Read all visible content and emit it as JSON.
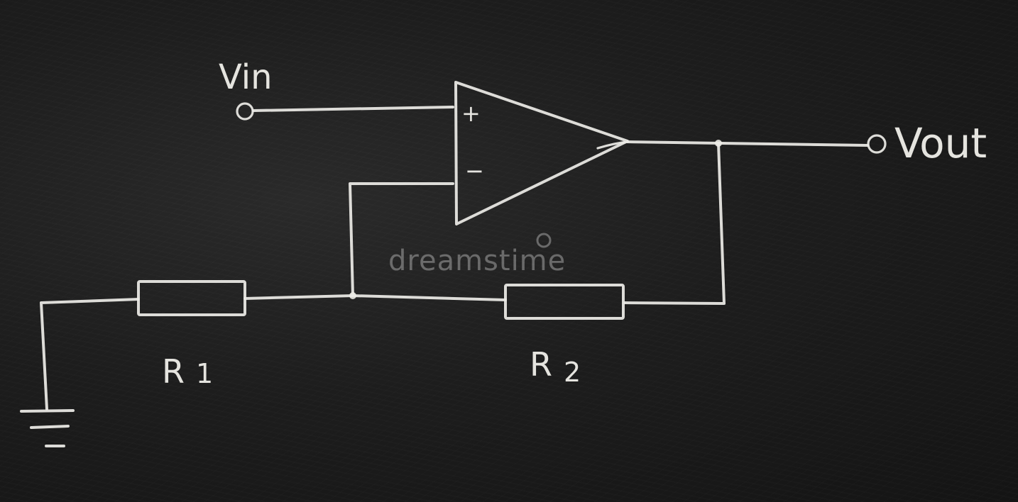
{
  "diagram": {
    "labels": {
      "vin": "Vin",
      "vout": "Vout",
      "plus": "+",
      "minus": "−",
      "r1": "R",
      "r1_sub": "1",
      "r2": "R",
      "r2_sub": "2"
    },
    "watermark": "dreamstime"
  },
  "colors": {
    "chalk": "#ecebe6",
    "board": "#1d1d1d"
  }
}
